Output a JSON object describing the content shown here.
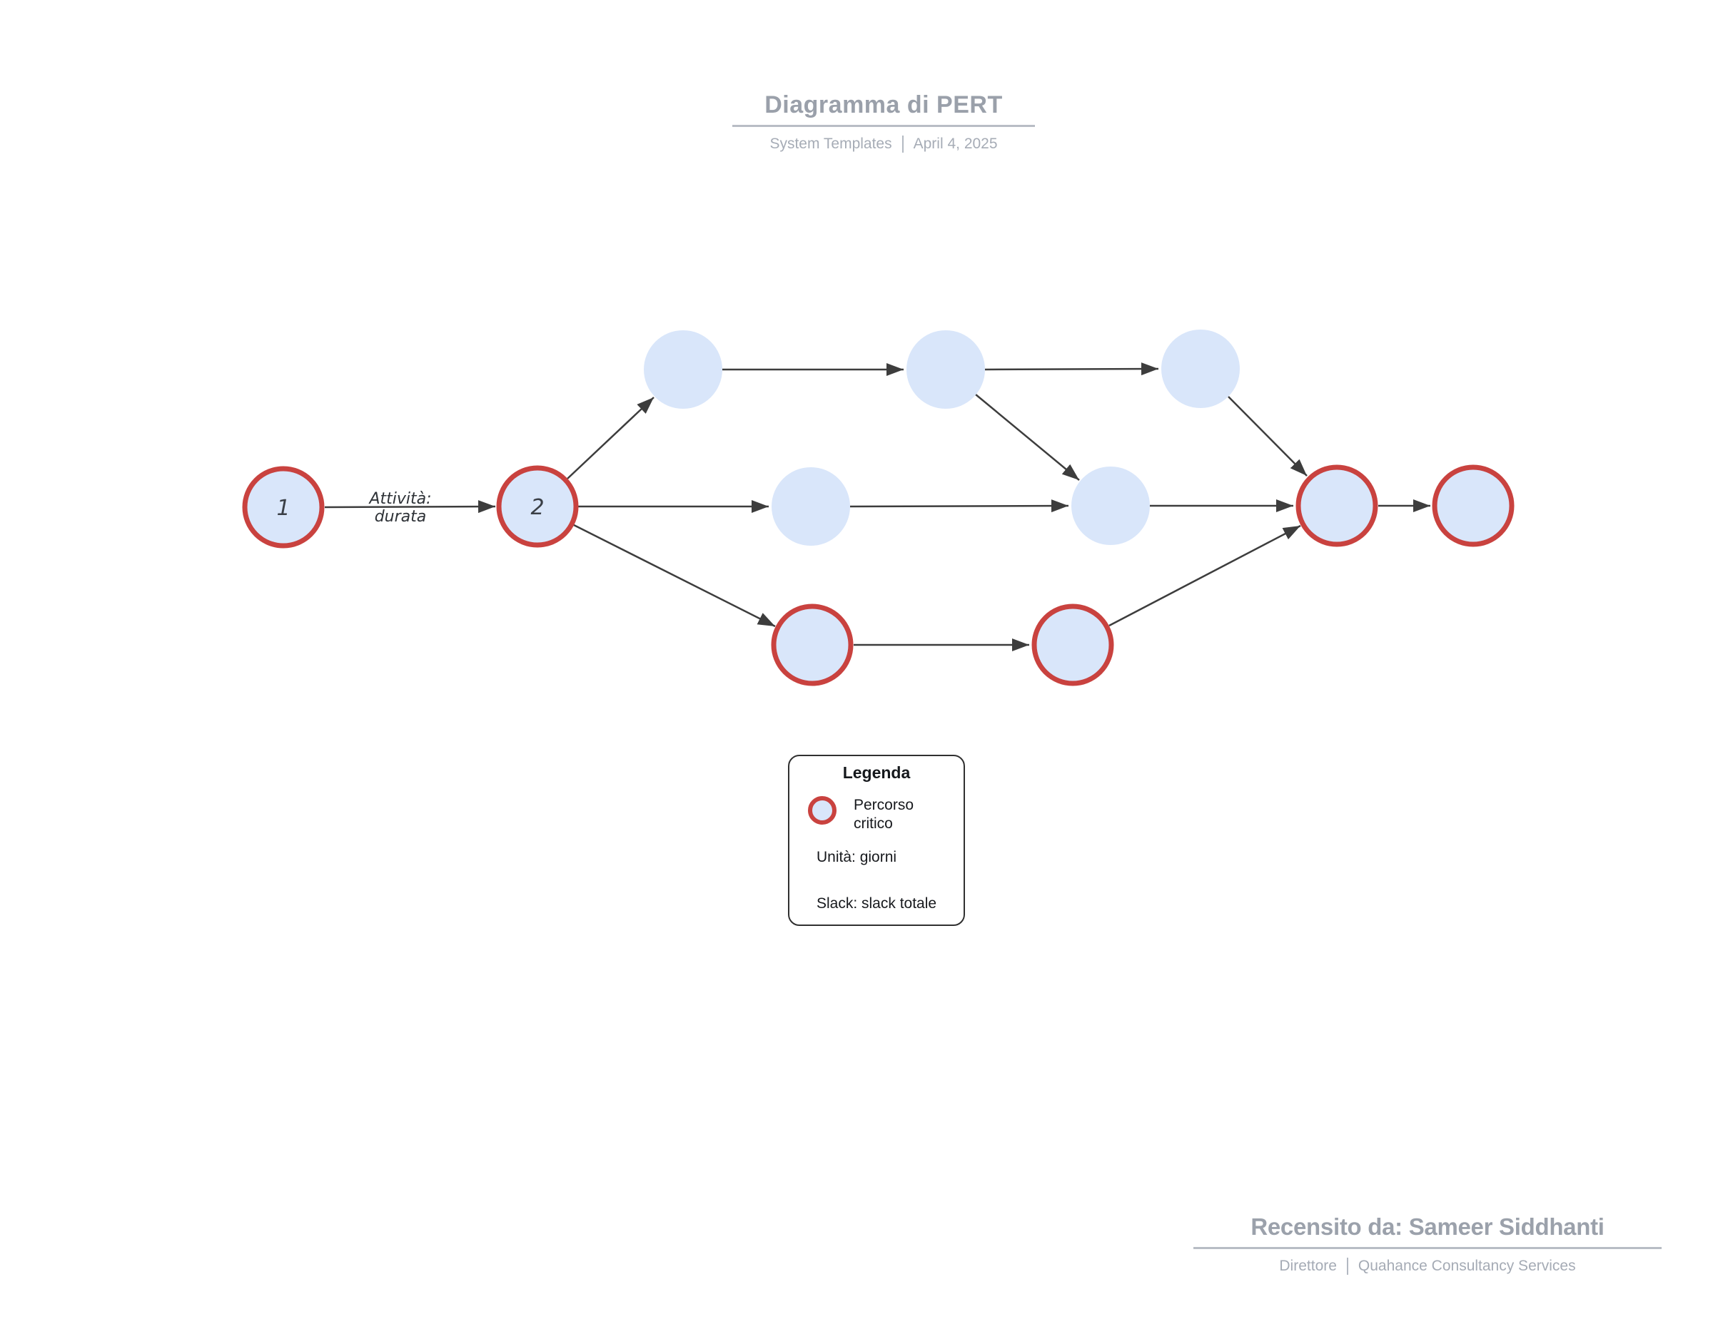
{
  "header": {
    "title": "Diagramma di PERT",
    "source": "System Templates",
    "date": "April 4, 2025"
  },
  "diagram": {
    "edge_label": {
      "line1": "Attività:",
      "line2": "durata"
    },
    "nodes": {
      "n1": {
        "label": "1",
        "critical": true
      },
      "n2": {
        "label": "2",
        "critical": true
      },
      "t1": {
        "label": "",
        "critical": false
      },
      "t2": {
        "label": "",
        "critical": false
      },
      "t3": {
        "label": "",
        "critical": false
      },
      "m1": {
        "label": "",
        "critical": false
      },
      "m2": {
        "label": "",
        "critical": false
      },
      "b1": {
        "label": "",
        "critical": true
      },
      "b2": {
        "label": "",
        "critical": true
      },
      "r1": {
        "label": "",
        "critical": true
      },
      "r2": {
        "label": "",
        "critical": true
      }
    },
    "edges": [
      {
        "from": "n1",
        "to": "n2",
        "label": "Attività: durata"
      },
      {
        "from": "n2",
        "to": "t1"
      },
      {
        "from": "n2",
        "to": "m1"
      },
      {
        "from": "n2",
        "to": "b1"
      },
      {
        "from": "t1",
        "to": "t2"
      },
      {
        "from": "t2",
        "to": "t3"
      },
      {
        "from": "t2",
        "to": "m2"
      },
      {
        "from": "t3",
        "to": "r1"
      },
      {
        "from": "m1",
        "to": "m2"
      },
      {
        "from": "m2",
        "to": "r1"
      },
      {
        "from": "b1",
        "to": "b2"
      },
      {
        "from": "b2",
        "to": "r1"
      },
      {
        "from": "r1",
        "to": "r2"
      }
    ],
    "colors": {
      "node_fill": "#D9E6FA",
      "critical_stroke": "#C9423F",
      "edge": "#3D3D3D"
    }
  },
  "legend": {
    "title": "Legenda",
    "critical_line1": "Percorso",
    "critical_line2": "critico",
    "units": "Unità: giorni",
    "slack": "Slack: slack totale"
  },
  "footer": {
    "reviewed_by": "Recensito da: Sameer Siddhanti",
    "role": "Direttore",
    "company": "Quahance Consultancy Services"
  }
}
